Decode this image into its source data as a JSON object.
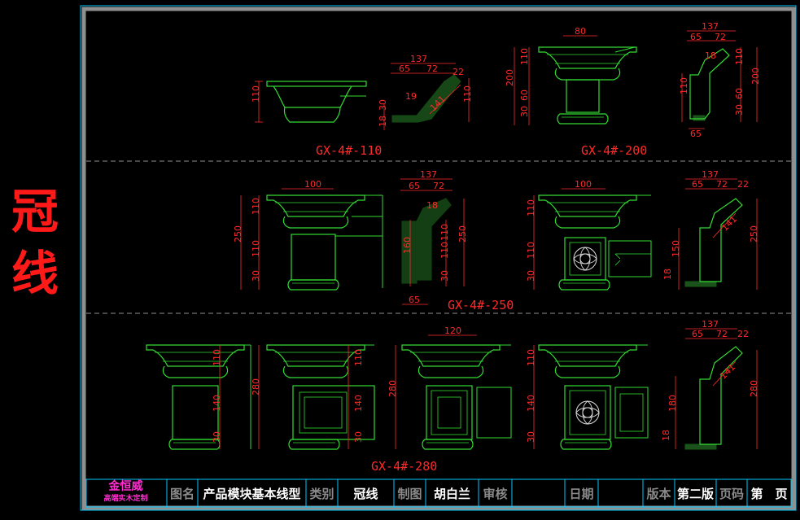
{
  "side_title": {
    "line1": "冠",
    "line2": "线"
  },
  "colors": {
    "frame": "#8f8f8f",
    "border": "#00c8ff",
    "profile": "#33dd33",
    "dimension": "#ff2a2a",
    "fill": "#44cc44"
  },
  "models": [
    {
      "label": "GX-4#-110"
    },
    {
      "label": "GX-4#-200"
    },
    {
      "label": "GX-4#-250"
    },
    {
      "label": "GX-4#-280"
    }
  ],
  "dimensions": {
    "d137": "137",
    "d65": "65",
    "d72": "72",
    "d22": "22",
    "d19": "19",
    "d18": "18",
    "d110": "110",
    "d30": "30",
    "d141": "141",
    "d80": "80",
    "d200": "200",
    "d60": "60",
    "d100": "100",
    "d250": "250",
    "d160": "160",
    "d120": "120",
    "d280": "280",
    "d140": "140",
    "d180": "180",
    "d150": "150"
  },
  "title_block": {
    "brand_name": "金恒威",
    "brand_sub": "高端实木定制",
    "drawing_name_label": "图名",
    "drawing_name": "产品模块基本线型",
    "category_label": "类别",
    "category": "冠线",
    "drafter_label": "制图",
    "drafter": "胡白兰",
    "reviewer_label": "审核",
    "date_label": "日期",
    "version_label": "版本",
    "version": "第二版",
    "page_label": "页码",
    "page_prefix": "第",
    "page_suffix": "页"
  }
}
